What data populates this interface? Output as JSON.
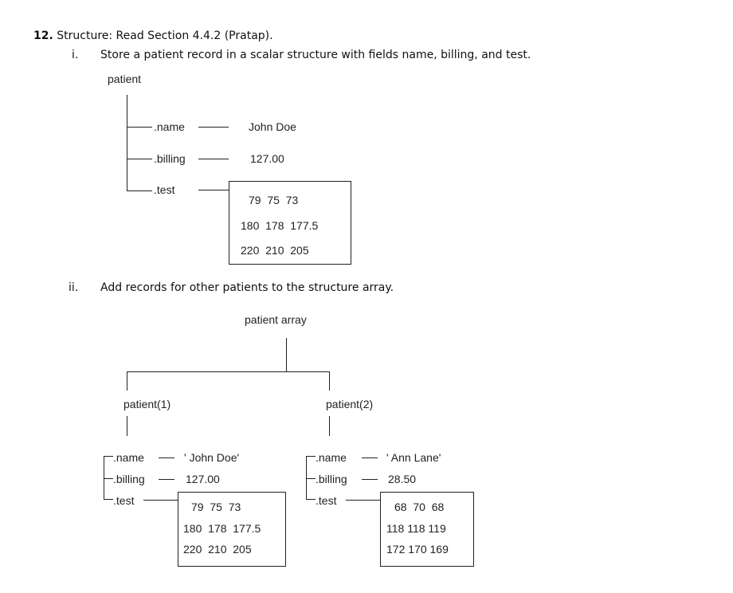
{
  "question": {
    "number": "12.",
    "title": "Structure: Read Section 4.4.2 (Pratap)."
  },
  "part_i": {
    "marker": "i.",
    "text": "Store a patient record in a scalar structure with fields name, billing, and test.",
    "root_label": "patient",
    "fields": [
      ".name",
      ".billing",
      ".test"
    ],
    "name_value": "John Doe",
    "billing_value": "127.00",
    "test_rows": [
      "79  75  73",
      "180  178  177.5",
      "220  210  205"
    ]
  },
  "part_ii": {
    "marker": "ii.",
    "text": "Add records for other patients to the structure array.",
    "root_label": "patient array",
    "patients": [
      {
        "label": "patient(1)",
        "fields": [
          ".name",
          ".billing",
          ".test"
        ],
        "name_value": "' John Doe'",
        "billing_value": "127.00",
        "test_rows": [
          "79  75  73",
          "180  178  177.5",
          "220  210  205"
        ]
      },
      {
        "label": "patient(2)",
        "fields": [
          ".name",
          ".billing",
          ".test"
        ],
        "name_value": "' Ann Lane'",
        "billing_value": "28.50",
        "test_rows": [
          "68  70  68",
          "118 118 119",
          "172 170 169"
        ]
      }
    ]
  }
}
